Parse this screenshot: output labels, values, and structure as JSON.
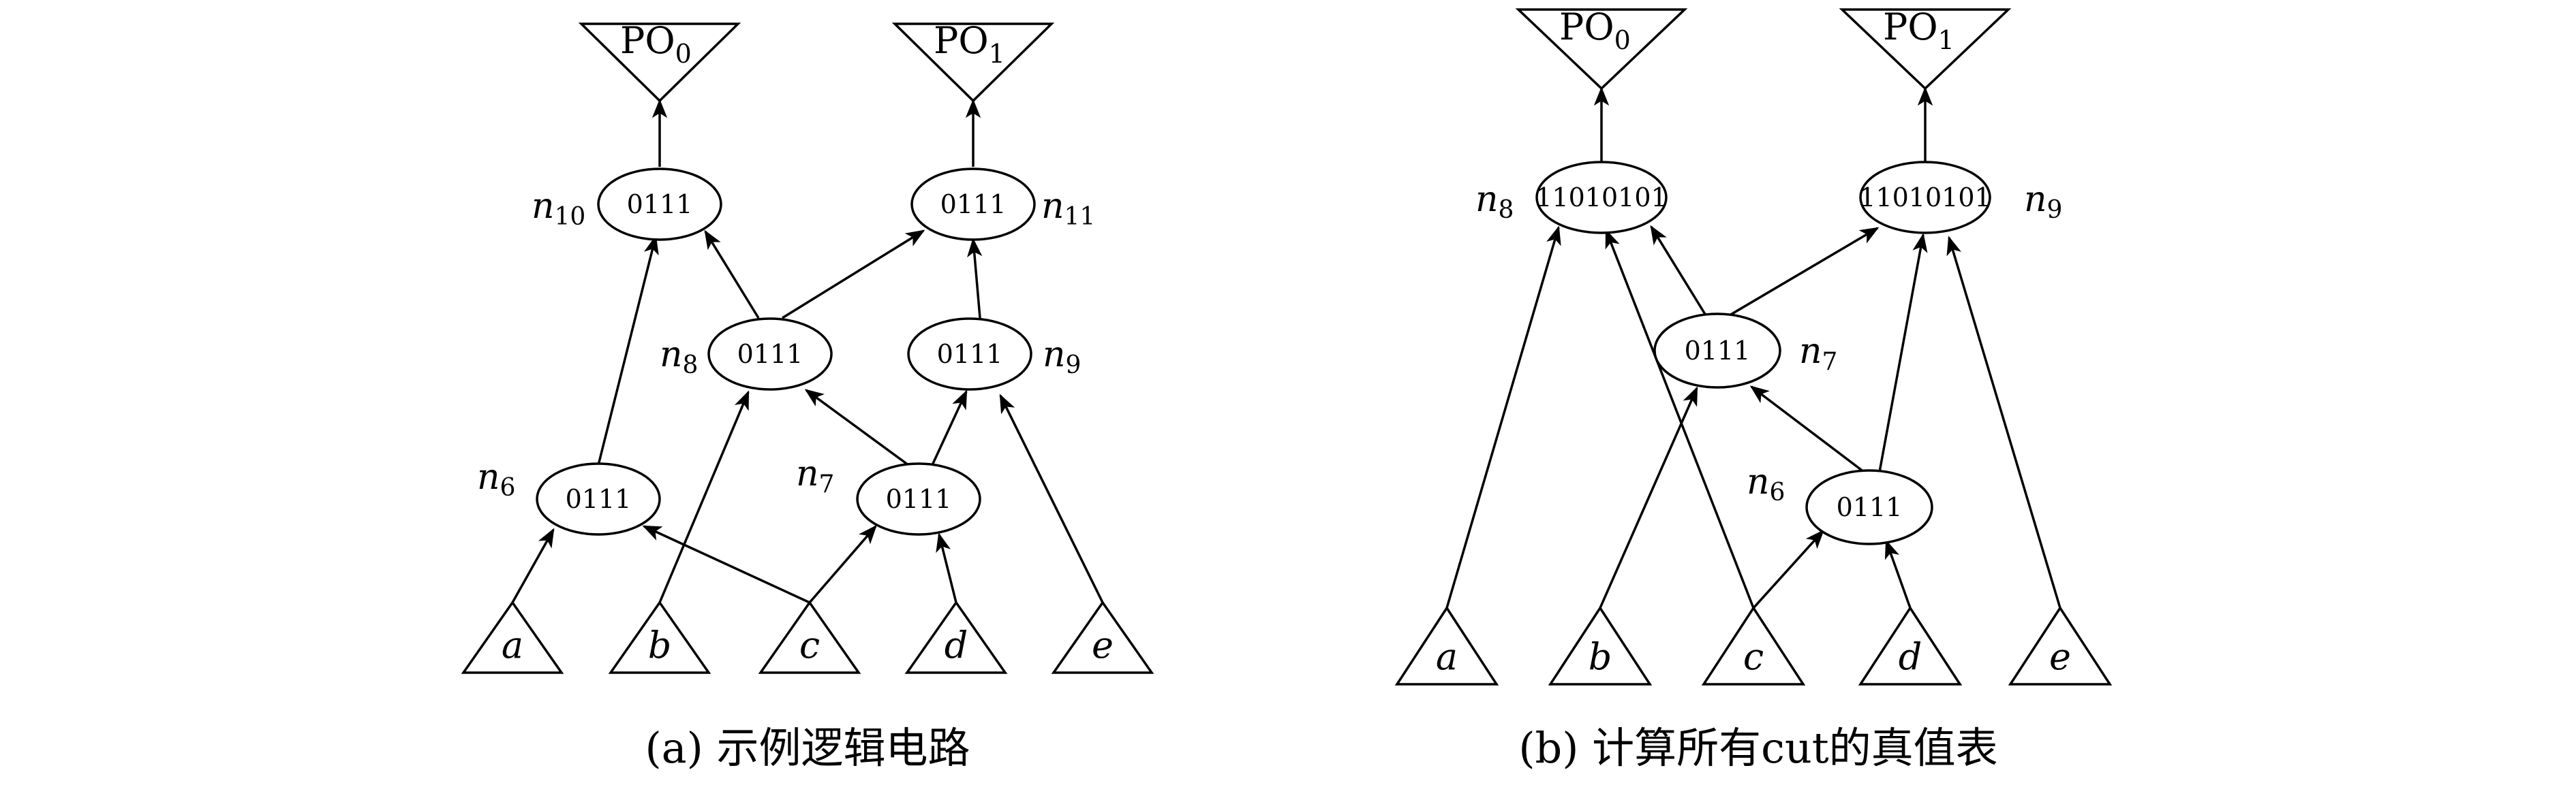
{
  "left": {
    "caption": "(a) 示例逻辑电路",
    "outputs": [
      {
        "id": "po0",
        "base": "PO",
        "sub": "0"
      },
      {
        "id": "po1",
        "base": "PO",
        "sub": "1"
      }
    ],
    "nodes": [
      {
        "id": "n10",
        "label": "n",
        "sub": "10",
        "table": "0111"
      },
      {
        "id": "n11",
        "label": "n",
        "sub": "11",
        "table": "0111"
      },
      {
        "id": "n8",
        "label": "n",
        "sub": "8",
        "table": "0111"
      },
      {
        "id": "n9",
        "label": "n",
        "sub": "9",
        "table": "0111"
      },
      {
        "id": "n6",
        "label": "n",
        "sub": "6",
        "table": "0111"
      },
      {
        "id": "n7",
        "label": "n",
        "sub": "7",
        "table": "0111"
      }
    ],
    "inputs": [
      "a",
      "b",
      "c",
      "d",
      "e"
    ]
  },
  "right": {
    "caption": "(b) 计算所有cut的真值表",
    "outputs": [
      {
        "id": "po0",
        "base": "PO",
        "sub": "0"
      },
      {
        "id": "po1",
        "base": "PO",
        "sub": "1"
      }
    ],
    "nodes": [
      {
        "id": "n8",
        "label": "n",
        "sub": "8",
        "table": "11010101"
      },
      {
        "id": "n9",
        "label": "n",
        "sub": "9",
        "table": "11010101"
      },
      {
        "id": "n7",
        "label": "n",
        "sub": "7",
        "table": "0111"
      },
      {
        "id": "n6",
        "label": "n",
        "sub": "6",
        "table": "0111"
      }
    ],
    "inputs": [
      "a",
      "b",
      "c",
      "d",
      "e"
    ]
  }
}
